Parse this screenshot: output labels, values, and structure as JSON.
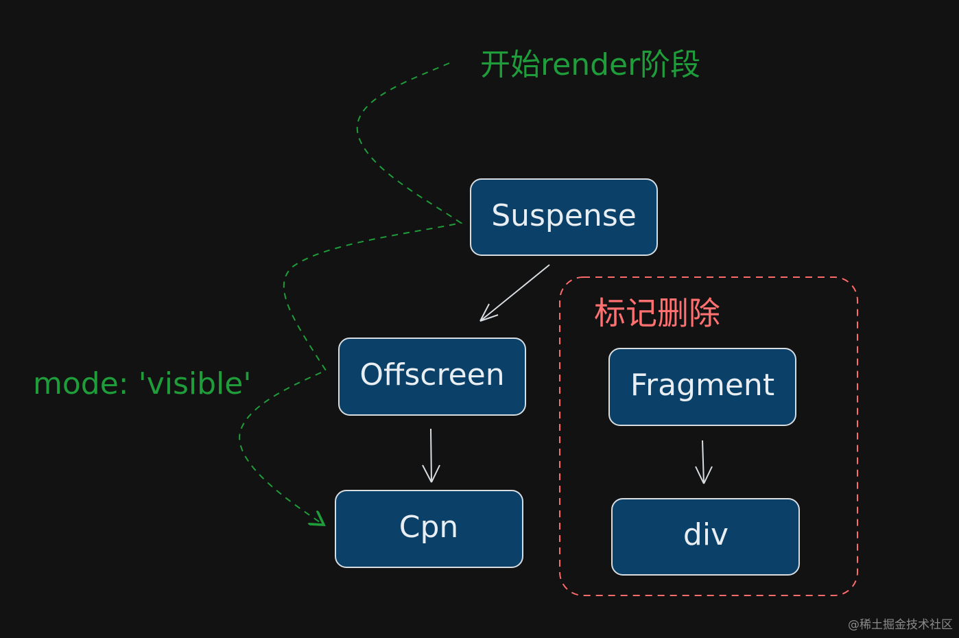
{
  "annotations": {
    "render_phase": "开始render阶段",
    "mode": "mode: 'visible'",
    "mark_delete": "标记删除"
  },
  "nodes": {
    "suspense": "Suspense",
    "offscreen": "Offscreen",
    "cpn": "Cpn",
    "fragment": "Fragment",
    "div": "div"
  },
  "watermark": "@稀土掘金技术社区",
  "colors": {
    "background": "#121212",
    "node_fill": "#0b4168",
    "node_border": "#d8dde2",
    "green": "#1f9d3a",
    "red": "#ff6b6b",
    "arrow": "#d8dde2"
  }
}
